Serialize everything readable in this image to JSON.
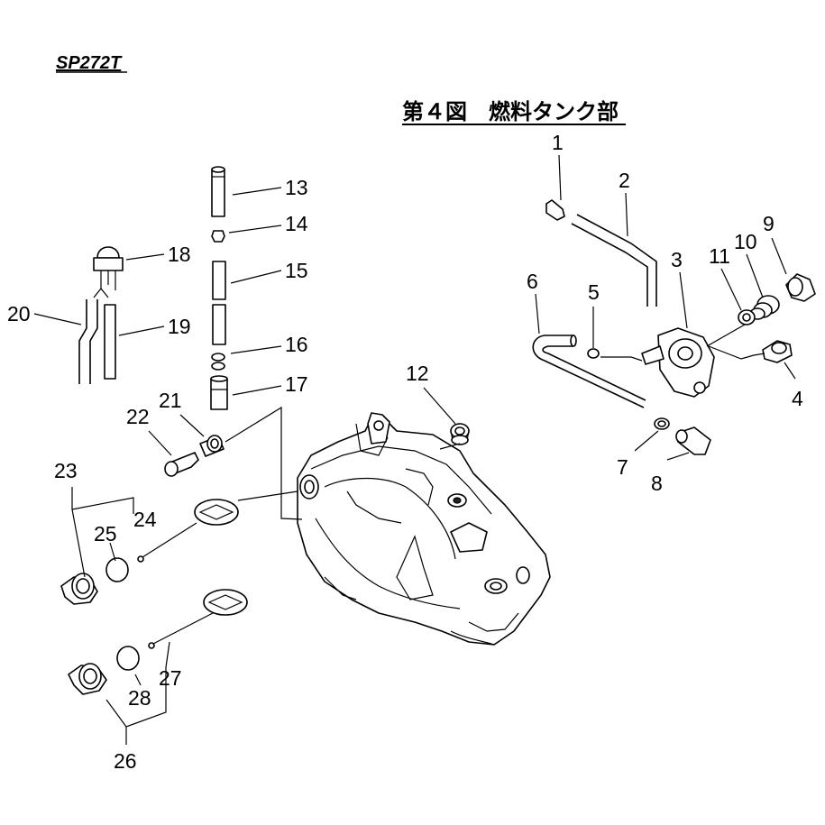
{
  "header": {
    "model_code": "SP272T",
    "figure_title": "第４図　燃料タンク部"
  },
  "callouts": [
    "1",
    "2",
    "3",
    "4",
    "5",
    "6",
    "7",
    "8",
    "9",
    "10",
    "11",
    "12",
    "13",
    "14",
    "15",
    "16",
    "17",
    "18",
    "19",
    "20",
    "21",
    "22",
    "23",
    "24",
    "25",
    "26",
    "27",
    "28"
  ],
  "colors": {
    "ink": "#000000",
    "paper": "#ffffff"
  }
}
